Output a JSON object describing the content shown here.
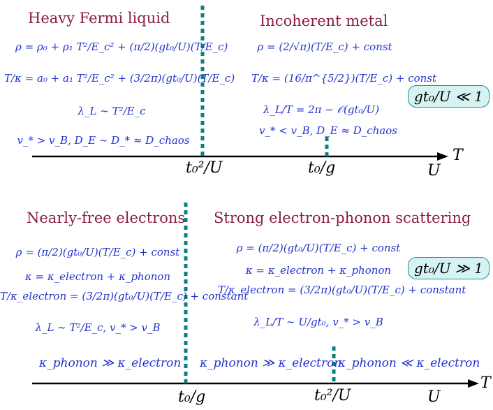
{
  "top": {
    "left_title": "Heavy Fermi liquid",
    "right_title": "Incoherent metal",
    "left_eqs": [
      "ρ = ρ₀ + ρ₁ T²/E_c² + (π/2)(gt₀/U)(T/E_c)",
      "T/κ = a₀ + a₁ T²/E_c² + (3/2π)(gt₀/U)(T/E_c)",
      "λ_L ∼ T²/E_c",
      "v_* > v_B, D_E ∼ D_* ≈ D_chaos"
    ],
    "right_eqs": [
      "ρ = (2/√π)(T/E_c) + const",
      "T/κ = (16/π^{5/2})(T/E_c) + const",
      "λ_L/T = 2π − 𝒪(gt₀/U)",
      "v_* < v_B, D_E ≈ D_chaos"
    ],
    "badge": "gt₀/U ≪ 1",
    "tick1": "t₀²/U",
    "tick2": "t₀/g",
    "axis_T": "T",
    "axis_U": "U"
  },
  "bottom": {
    "left_title": "Nearly-free electrons",
    "right_title": "Strong electron-phonon scattering",
    "left_eqs": [
      "ρ = (π/2)(gt₀/U)(T/E_c) + const",
      "κ = κ_electron + κ_phonon",
      "T/κ_electron = (3/2π)(gt₀/U)(T/E_c) + constant",
      "λ_L ∼ T²/E_c, v_* > v_B"
    ],
    "right_eqs": [
      "ρ = (π/2)(gt₀/U)(T/E_c) + const",
      "κ = κ_electron + κ_phonon",
      "T/κ_electron = (3/2π)(gt₀/U)(T/E_c) + constant",
      "λ_L/T ∼ U/gt₀, v_* > v_B"
    ],
    "badge": "gt₀/U ≫ 1",
    "kappa_left": "κ_phonon ≫ κ_electron",
    "kappa_mid": "κ_phonon ≫ κ_electron",
    "kappa_right": "κ_phonon ≪ κ_electron",
    "tick1": "t₀/g",
    "tick2": "t₀²/U",
    "axis_T": "T",
    "axis_U": "U"
  },
  "colors": {
    "title": "#8a1f3c",
    "equation": "#2233cc",
    "divider": "#0e7f7f",
    "badge_fill": "#d6f3f3",
    "badge_border": "#2a8d8d"
  }
}
